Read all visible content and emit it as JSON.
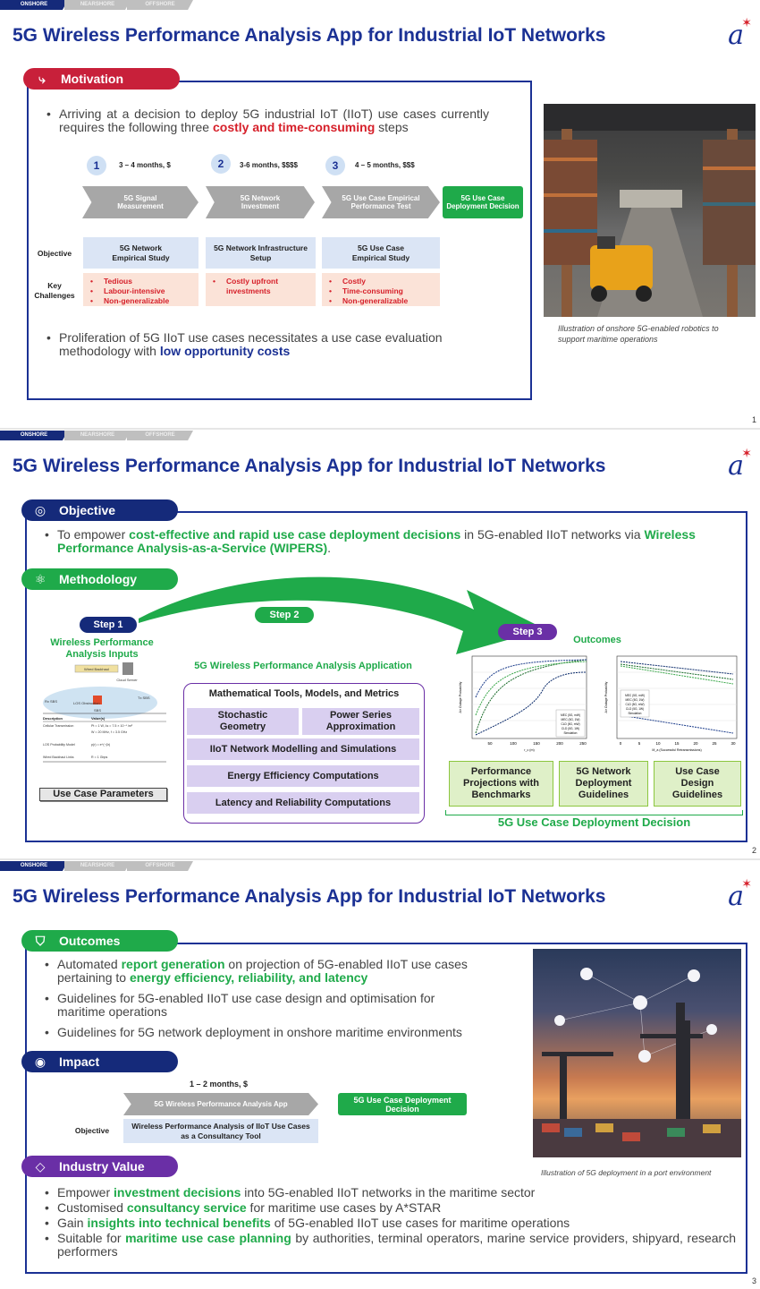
{
  "tabs": [
    "ONSHORE",
    "NEARSHORE",
    "OFFSHORE"
  ],
  "title": "5G Wireless Performance Analysis App for Industrial IoT Networks",
  "logo": "a",
  "slide1": {
    "page": "1",
    "motivation_label": "Motivation",
    "bullet1_pre": "Arriving at a decision to deploy 5G industrial IoT (IIoT) use cases currently requires the following three ",
    "bullet1_em": "costly and time-consuming",
    "bullet1_post": " steps",
    "steps": [
      {
        "num": "1",
        "time": "3 – 4 months, $",
        "chevron": "5G Signal Measurement",
        "objective": "5G Network Empirical Study",
        "challenges": [
          "Tedious",
          "Labour-intensive",
          "Non-generalizable"
        ]
      },
      {
        "num": "2",
        "time": "3-6 months, $$$$",
        "chevron": "5G Network Investment",
        "objective": "5G Network Infrastructure Setup",
        "challenges": [
          "Costly upfront investments"
        ]
      },
      {
        "num": "3",
        "time": "4 – 5 months, $$$",
        "chevron": "5G Use Case Empirical Performance Test",
        "objective": "5G Use Case Empirical Study",
        "challenges": [
          "Costly",
          "Time-consuming",
          "Non-generalizable"
        ]
      }
    ],
    "decision": "5G Use Case Deployment Decision",
    "row_objective": "Objective",
    "row_challenges": "Key Challenges",
    "bullet2_pre": "Proliferation of 5G IIoT use cases necessitates a use case evaluation methodology with ",
    "bullet2_em": "low opportunity costs",
    "caption": "Illustration of onshore 5G-enabled robotics to support maritime operations"
  },
  "slide2": {
    "page": "2",
    "objective_label": "Objective",
    "obj_pre": "To empower ",
    "obj_em1": "cost-effective and rapid use case deployment decisions",
    "obj_mid": " in 5G-enabled IIoT networks via ",
    "obj_em2": "Wireless Performance Analysis-as-a-Service (WIPERS)",
    "obj_post": ".",
    "methodology_label": "Methodology",
    "step1": "Step 1",
    "step2": "Step 2",
    "step3": "Step 3",
    "inputs_title": "Wireless Performance Analysis Inputs",
    "use_case_params": "Use Case Parameters",
    "app_title": "5G Wireless Performance Analysis Application",
    "tools_title": "Mathematical Tools, Models, and Metrics",
    "tools": [
      "Stochastic Geometry",
      "Power Series Approximation"
    ],
    "rows": [
      "IIoT Network Modelling and Simulations",
      "Energy Efficiency Computations",
      "Latency and Reliability Computations"
    ],
    "outcomes_title": "Outcomes",
    "outcome_boxes": [
      "Performance Projections with Benchmarks",
      "5G Network Deployment Guidelines",
      "Use Case Design Guidelines"
    ],
    "decision": "5G Use Case Deployment Decision",
    "diagram": {
      "wired": "Wired Backhaul",
      "cloud": "Cloud Server",
      "los": "LOS Obstruction",
      "sbs": "SBS",
      "tx": "Tx SBS",
      "rx": "Rx SBS"
    },
    "table": [
      [
        "Description",
        "Value(s)"
      ],
      [
        "Cellular Transmission",
        "Pt = 1 W, λs = 7.5 × 10⁻⁴ /m²"
      ],
      [
        "",
        "W = 20 MHz, f = 3.5 GHz"
      ],
      [
        "LOS Probability Model",
        "p(r) = e^(−βr)"
      ],
      [
        "Wired Backhaul Links",
        "R = 1 Gbps"
      ]
    ],
    "chart1": {
      "xlabel": "r_c (m)",
      "ylabel": "Air Outage Probability",
      "xticks": [
        "50",
        "100",
        "150",
        "200",
        "250"
      ],
      "legend": [
        "MEC (5G, mW)",
        "MEC (5G, 1W)",
        "CLD (5G, mW)",
        "CLD (5G, 1W)",
        "Simulation"
      ]
    },
    "chart2": {
      "xlabel": "M_a (Successful Retransmissions)",
      "ylabel": "Air Outage Probability",
      "xticks": [
        "0",
        "5",
        "10",
        "15",
        "20",
        "25",
        "30"
      ],
      "legend": [
        "MEC (5G, mW)",
        "MEC (5G, 1W)",
        "CLD (5G, mW)",
        "CLD (5G, 1W)",
        "Simulation"
      ]
    }
  },
  "slide3": {
    "page": "3",
    "outcomes_label": "Outcomes",
    "out1_pre": "Automated ",
    "out1_em1": "report generation",
    "out1_mid": " on projection of 5G-enabled IIoT use cases pertaining to ",
    "out1_em2": "energy efficiency, reliability, and latency",
    "out2": "Guidelines for 5G-enabled IIoT use case design and optimisation for maritime operations",
    "out3": "Guidelines for 5G network deployment in onshore maritime environments",
    "impact_label": "Impact",
    "impact_time": "1 – 2 months, $",
    "impact_chevron": "5G Wireless Performance Analysis App",
    "impact_decision": "5G Use Case Deployment Decision",
    "objective_label": "Objective",
    "impact_objective": "Wireless Performance Analysis of IIoT Use Cases as a Consultancy Tool",
    "industry_label": "Industry Value",
    "iv1_pre": "Empower ",
    "iv1_em": "investment decisions",
    "iv1_post": " into 5G-enabled IIoT networks in the maritime sector",
    "iv2_pre": "Customised ",
    "iv2_em": "consultancy service",
    "iv2_post": " for maritime use cases by A*STAR",
    "iv3_pre": "Gain ",
    "iv3_em": "insights into technical benefits",
    "iv3_post": " of 5G-enabled IIoT use cases for maritime operations",
    "iv4_pre": "Suitable for ",
    "iv4_em": "maritime use case planning",
    "iv4_post": " by authorities, terminal operators, marine service providers, shipyard, research performers",
    "caption": "Illustration of 5G deployment in a port environment"
  },
  "colors": {
    "navy": "#1b3194",
    "red": "#d6202a",
    "green": "#1faa4a",
    "purple": "#6a2fa6"
  }
}
